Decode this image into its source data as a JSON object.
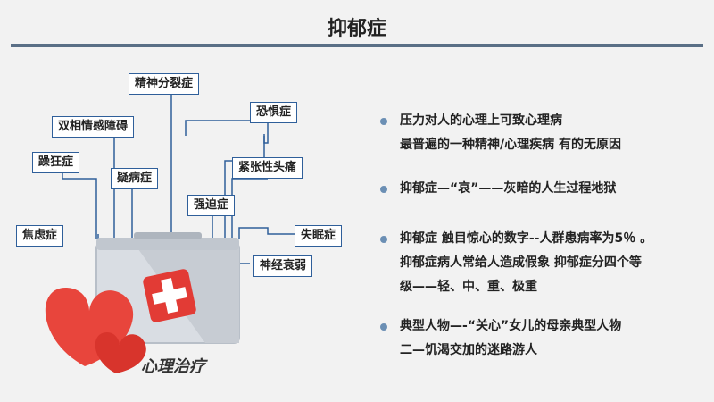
{
  "title": "抑郁症",
  "labels": {
    "schizophrenia": "精神分裂症",
    "phobia": "恐惧症",
    "bipolar": "双相情感障碍",
    "mania": "躁狂症",
    "hypochondria": "疑病症",
    "tension_headache": "紧张性头痛",
    "ocd": "强迫症",
    "anxiety": "焦虑症",
    "insomnia": "失眠症",
    "neurasthenia": "神经衰弱"
  },
  "logo_text": "心理治疗",
  "bullets": [
    {
      "lines": [
        "压力对人的心理上可致心理病",
        "最普遍的一种精神/心理疾病 有的无原因"
      ]
    },
    {
      "lines": [
        "抑郁症—“哀”——灰暗的人生过程地狱"
      ]
    },
    {
      "lines": [
        "抑郁症  触目惊心的数字--人群患病率为5％ 。",
        "抑郁症病人常给人造成假象 抑郁症分四个等",
        "级——轻、中、重、极重"
      ]
    },
    {
      "lines": [
        "典型人物—-“关心”女儿的母亲典型人物",
        "二—饥渴交加的迷路游人"
      ]
    }
  ],
  "colors": {
    "accent_line": "#5a6f86",
    "label_border": "#2f5f9a",
    "heart": "#e8453c",
    "bullet_dot": "#6b8fb4"
  },
  "icons": [
    "medical-kit-icon",
    "heart-icon",
    "red-cross-icon"
  ]
}
